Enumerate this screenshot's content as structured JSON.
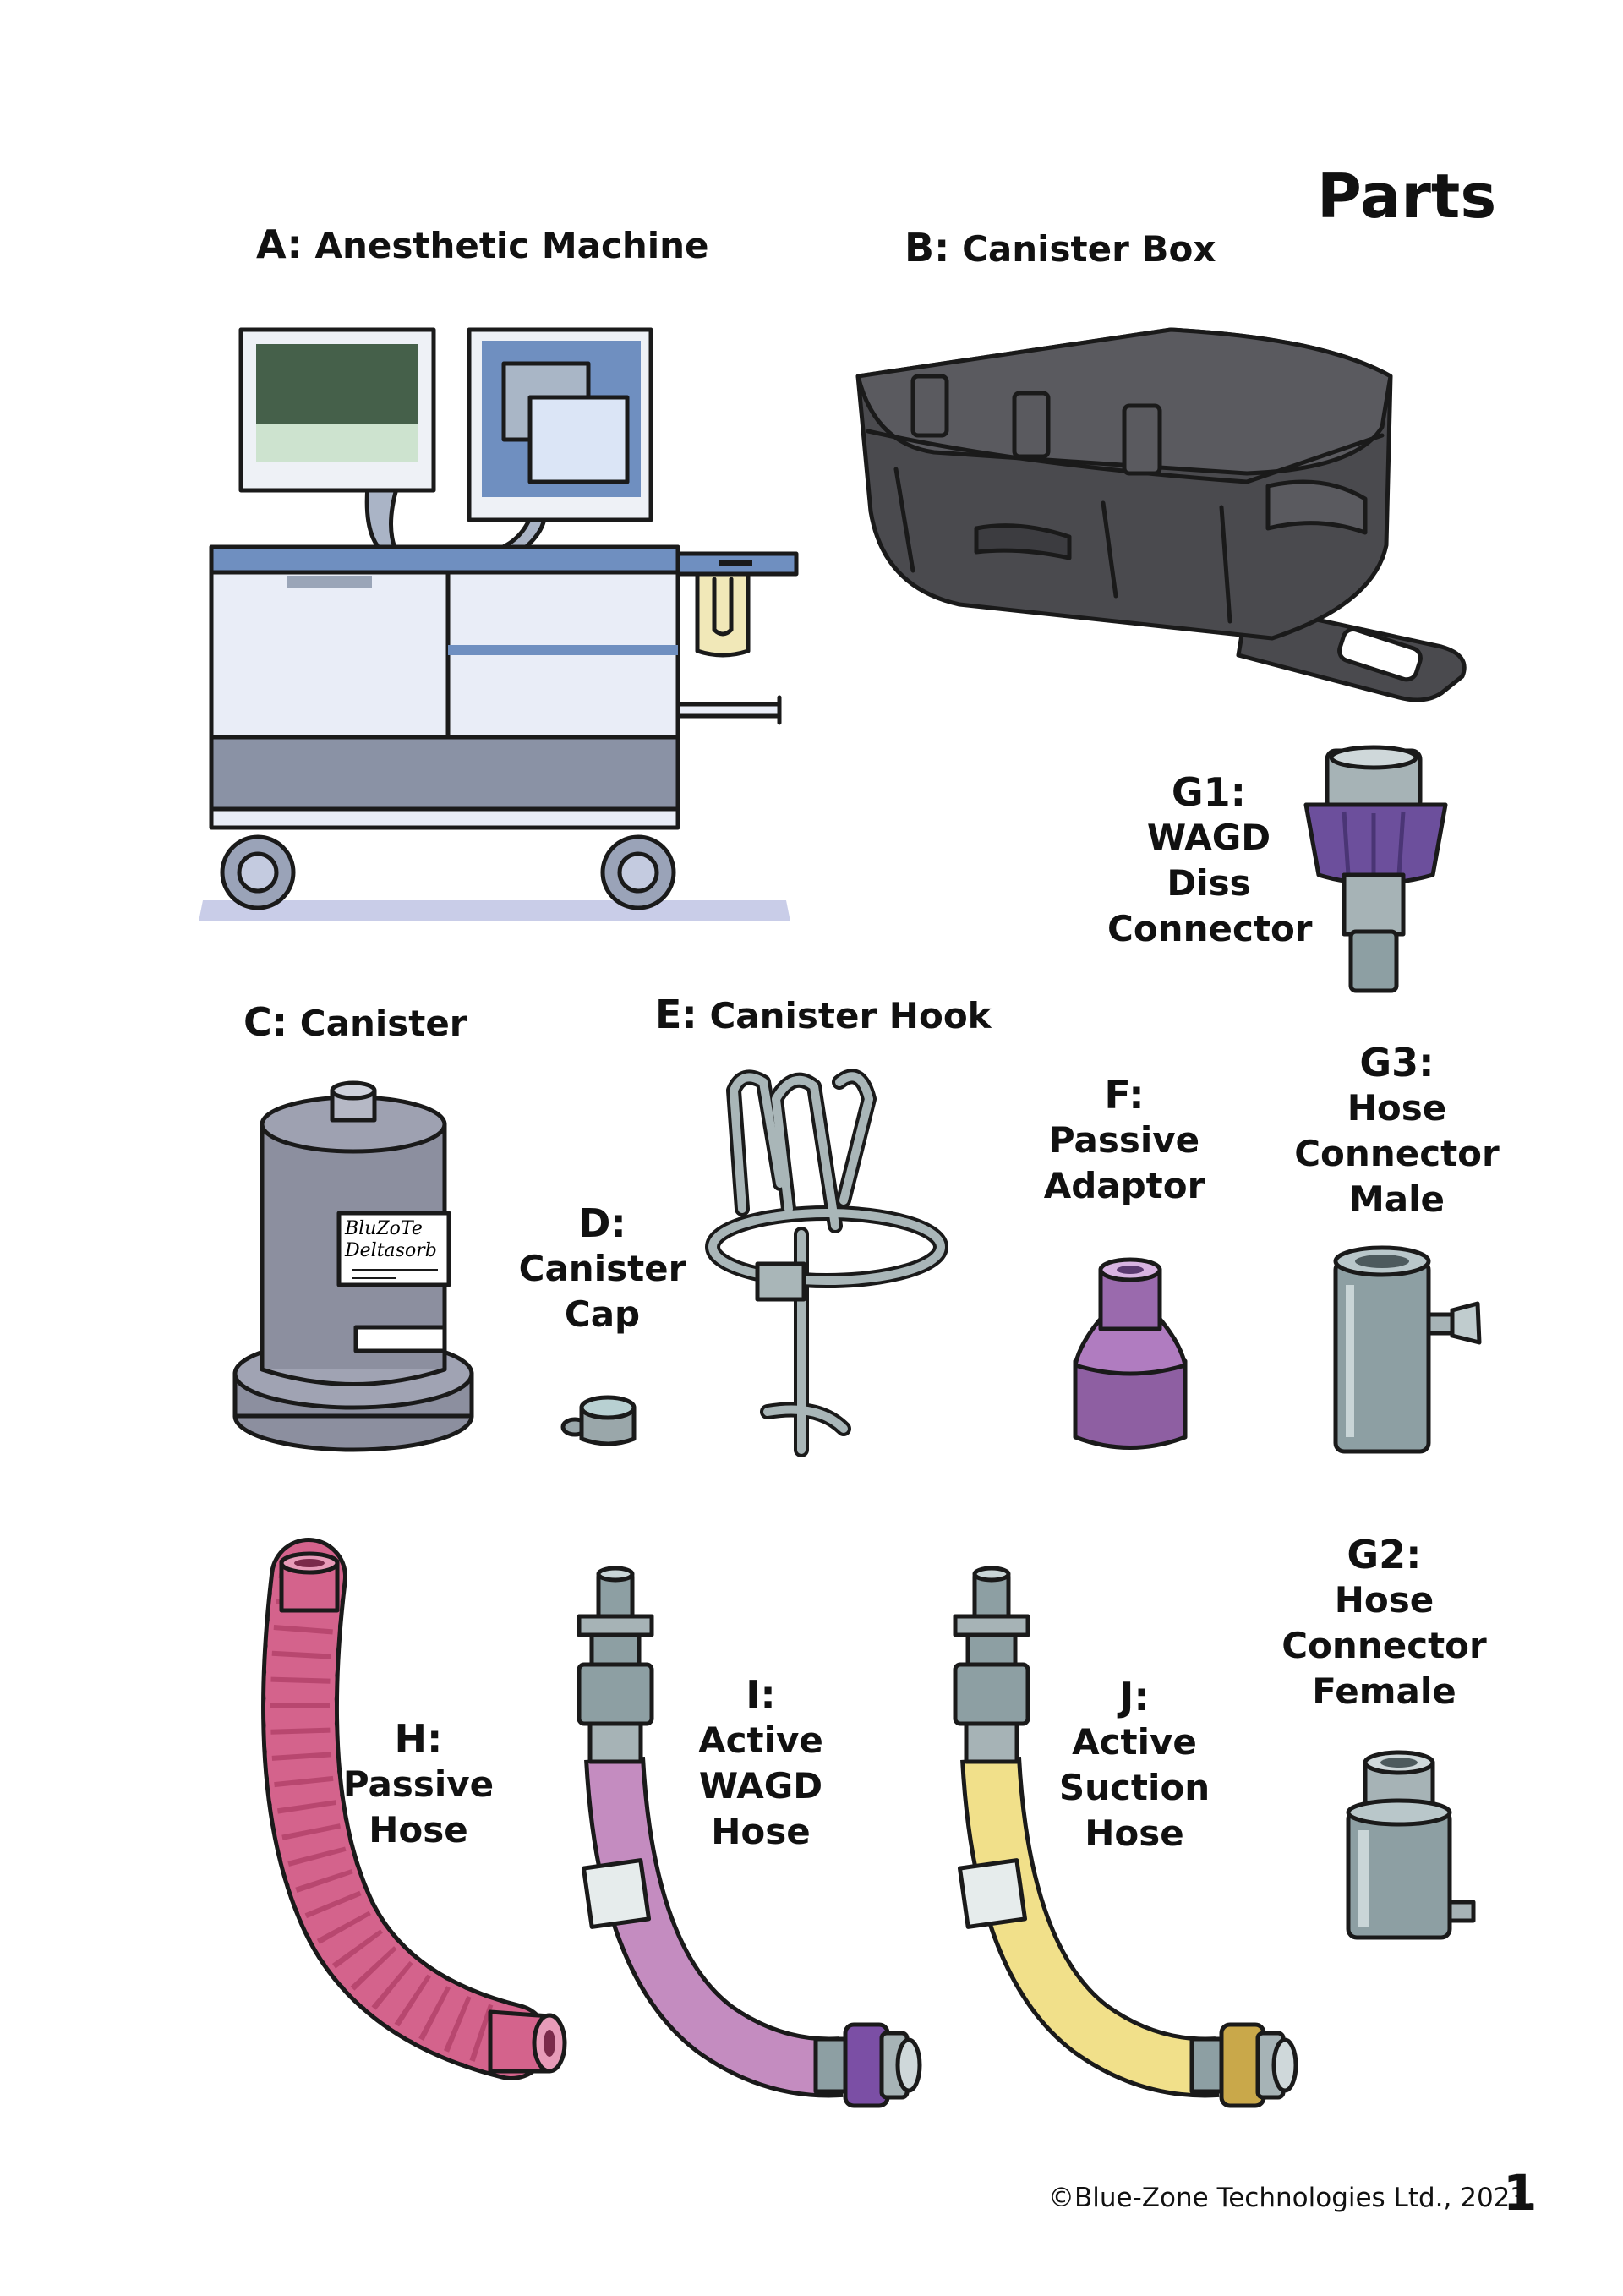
{
  "page": {
    "title": "Parts",
    "copyright": "©Blue-Zone Technologies Ltd., 2023.",
    "page_number": "1"
  },
  "parts": {
    "A": {
      "code": "A:",
      "lines": [
        "Anesthetic Machine"
      ]
    },
    "B": {
      "code": "B:",
      "lines": [
        "Canister Box"
      ]
    },
    "C": {
      "code": "C:",
      "lines": [
        "Canister"
      ]
    },
    "D": {
      "code": "D:",
      "lines": [
        "Canister",
        "Cap"
      ]
    },
    "E": {
      "code": "E:",
      "lines": [
        "Canister Hook"
      ]
    },
    "F": {
      "code": "F:",
      "lines": [
        "Passive",
        "Adaptor"
      ]
    },
    "G1": {
      "code": "G1:",
      "lines": [
        "WAGD",
        "Diss",
        "Connector"
      ]
    },
    "G2": {
      "code": "G2:",
      "lines": [
        "Hose",
        "Connector",
        "Female"
      ]
    },
    "G3": {
      "code": "G3:",
      "lines": [
        "Hose",
        "Connector",
        "Male"
      ]
    },
    "H": {
      "code": "H:",
      "lines": [
        "Passive",
        "Hose"
      ]
    },
    "I": {
      "code": "I:",
      "lines": [
        "Active",
        "WAGD",
        "Hose"
      ]
    },
    "J": {
      "code": "J:",
      "lines": [
        "Active",
        "Suction",
        "Hose"
      ]
    }
  },
  "canister_label_text": [
    "BluZoTe",
    "Deltasorb"
  ],
  "colors": {
    "machine_blue": "#6f8fc0",
    "machine_body": "#e9edf7",
    "machine_base": "#8a92a5",
    "box_grey": "#4a4a4e",
    "canister_grey": "#8c8f9f",
    "hook_grey": "#a9b6b8",
    "passive_purple": "#8e5fa2",
    "diss_purple": "#6c4f9c",
    "hose_pink": "#d4638c",
    "wagd_hose": "#c48cc0",
    "suction_hose": "#f1e08a",
    "connector_grey": "#8d9fa3"
  }
}
